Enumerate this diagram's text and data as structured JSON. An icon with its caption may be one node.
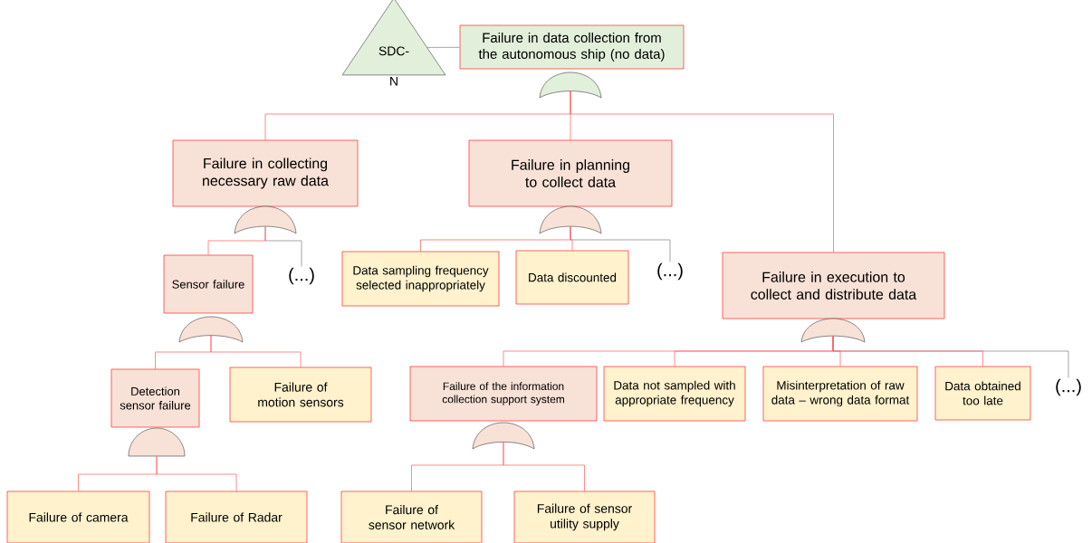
{
  "diagram": {
    "nodes": [
      {
        "text": [
          "SDC- N"
        ]
      },
      {
        "text": [
          "Failure in data collection from the autonomous ship (no data)"
        ]
      },
      {
        "text": [],
        "shape": "gate"
      },
      {
        "text": [
          "Failure in collecting necessary raw data"
        ]
      },
      {
        "text": [
          "Failure in planning to collect data"
        ]
      },
      {
        "text": [
          "Failure in execution to collect and distribute data"
        ]
      },
      {
        "text": [],
        "shape": "gate"
      },
      {
        "text": [
          "Sensor failure"
        ]
      },
      {
        "text": [
          "(...)"
        ]
      },
      {
        "text": [],
        "shape": "gate"
      },
      {
        "text": [
          "Data sampling frequency selected inappropriately"
        ]
      },
      {
        "text": [
          "Data discounted"
        ]
      },
      {
        "text": [
          "(...)"
        ]
      },
      {
        "text": [],
        "shape": "gate"
      },
      {
        "text": [
          "Detection sensor failure"
        ]
      },
      {
        "text": [
          "Failure of motion sensors"
        ]
      },
      {
        "text": [],
        "shape": "semicircle"
      },
      {
        "text": [
          "Failure of camera"
        ]
      },
      {
        "text": [
          "Failure of Radar"
        ]
      },
      {
        "text": [],
        "shape": "gate"
      },
      {
        "text": [
          "Failure of the information collection support system"
        ]
      },
      {
        "text": [
          "Data not sampled with appropriate frequency"
        ]
      },
      {
        "text": [
          "Misinterpretation of raw data – wrong data format"
        ]
      },
      {
        "text": [
          "Data obtained too late"
        ]
      },
      {
        "text": [
          "(...)"
        ]
      },
      {
        "text": [],
        "shape": "gate"
      },
      {
        "text": [
          "Failure of sensor network"
        ]
      },
      {
        "text": [
          "Failure of sensor utility supply"
        ]
      }
    ],
    "edges": [
      {
        "from": 0,
        "to": 1,
        "arrow": "none",
        "color": "#808080"
      },
      {
        "from": 2,
        "to": 3,
        "arrow": "none"
      },
      {
        "from": 2,
        "to": 4,
        "arrow": "none"
      },
      {
        "from": 2,
        "to": 5,
        "arrow": "none"
      },
      {
        "from": 6,
        "to": 7,
        "arrow": "none"
      },
      {
        "from": 6,
        "to": 8,
        "arrow": "none",
        "color": "#808080"
      },
      {
        "from": 9,
        "to": 10,
        "arrow": "none"
      },
      {
        "from": 9,
        "to": 11,
        "arrow": "none"
      },
      {
        "from": 9,
        "to": 12,
        "arrow": "none",
        "color": "#808080"
      },
      {
        "from": 13,
        "to": 14,
        "arrow": "none"
      },
      {
        "from": 13,
        "to": 15,
        "arrow": "none"
      },
      {
        "from": 16,
        "to": 17,
        "arrow": "none"
      },
      {
        "from": 16,
        "to": 18,
        "arrow": "none"
      },
      {
        "from": 19,
        "to": 20,
        "arrow": "none"
      },
      {
        "from": 19,
        "to": 21,
        "arrow": "none"
      },
      {
        "from": 19,
        "to": 22,
        "arrow": "none"
      },
      {
        "from": 19,
        "to": 23,
        "arrow": "none"
      },
      {
        "from": 19,
        "to": 24,
        "arrow": "none",
        "color": "#808080"
      },
      {
        "from": 25,
        "to": 26,
        "arrow": "none"
      },
      {
        "from": 25,
        "to": 27,
        "arrow": "none"
      }
    ]
  }
}
